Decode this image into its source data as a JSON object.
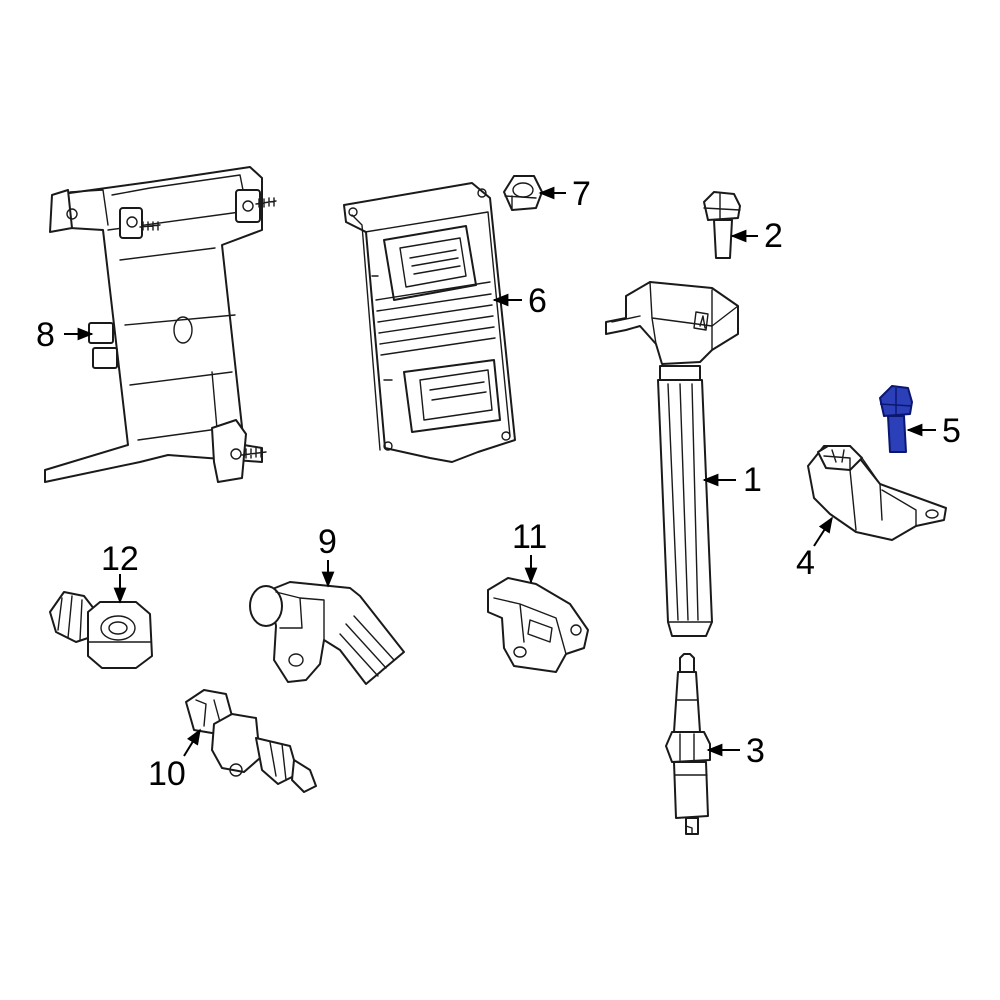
{
  "callouts": {
    "c1": "1",
    "c2": "2",
    "c3": "3",
    "c4": "4",
    "c5": "5",
    "c6": "6",
    "c7": "7",
    "c8": "8",
    "c9": "9",
    "c10": "10",
    "c11": "11",
    "c12": "12"
  },
  "highlighted_part": "5",
  "colors": {
    "highlight": "#2b3fb8",
    "line": "#1a1a1a",
    "background": "#ffffff"
  }
}
